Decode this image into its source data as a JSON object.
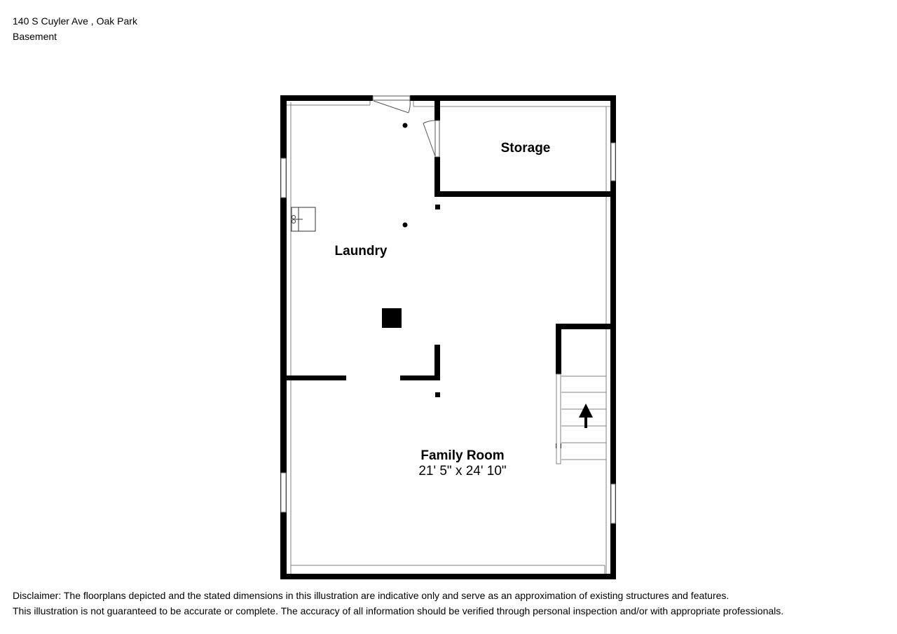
{
  "header": {
    "address": "140 S Cuyler Ave , Oak Park",
    "floor": "Basement"
  },
  "floorplan": {
    "rooms": [
      {
        "name": "Storage",
        "dimensions": ""
      },
      {
        "name": "Laundry",
        "dimensions": ""
      },
      {
        "name": "Family Room",
        "dimensions": "21' 5\" x 24' 10\""
      }
    ],
    "fixtures": [
      "sink-icon",
      "stairs-up-arrow-icon",
      "support-pillar",
      "support-post"
    ],
    "colors": {
      "wall": "#000000",
      "window": "#ffffff",
      "thin_line": "#808080",
      "background": "#ffffff"
    }
  },
  "disclaimer": {
    "line1": "Disclaimer: The floorplans depicted and the stated dimensions in this illustration are indicative only and serve as an approximation of existing structures and features.",
    "line2": "This illustration is not guaranteed to be accurate or complete. The accuracy of all information should be verified through personal inspection and/or with appropriate professionals."
  }
}
